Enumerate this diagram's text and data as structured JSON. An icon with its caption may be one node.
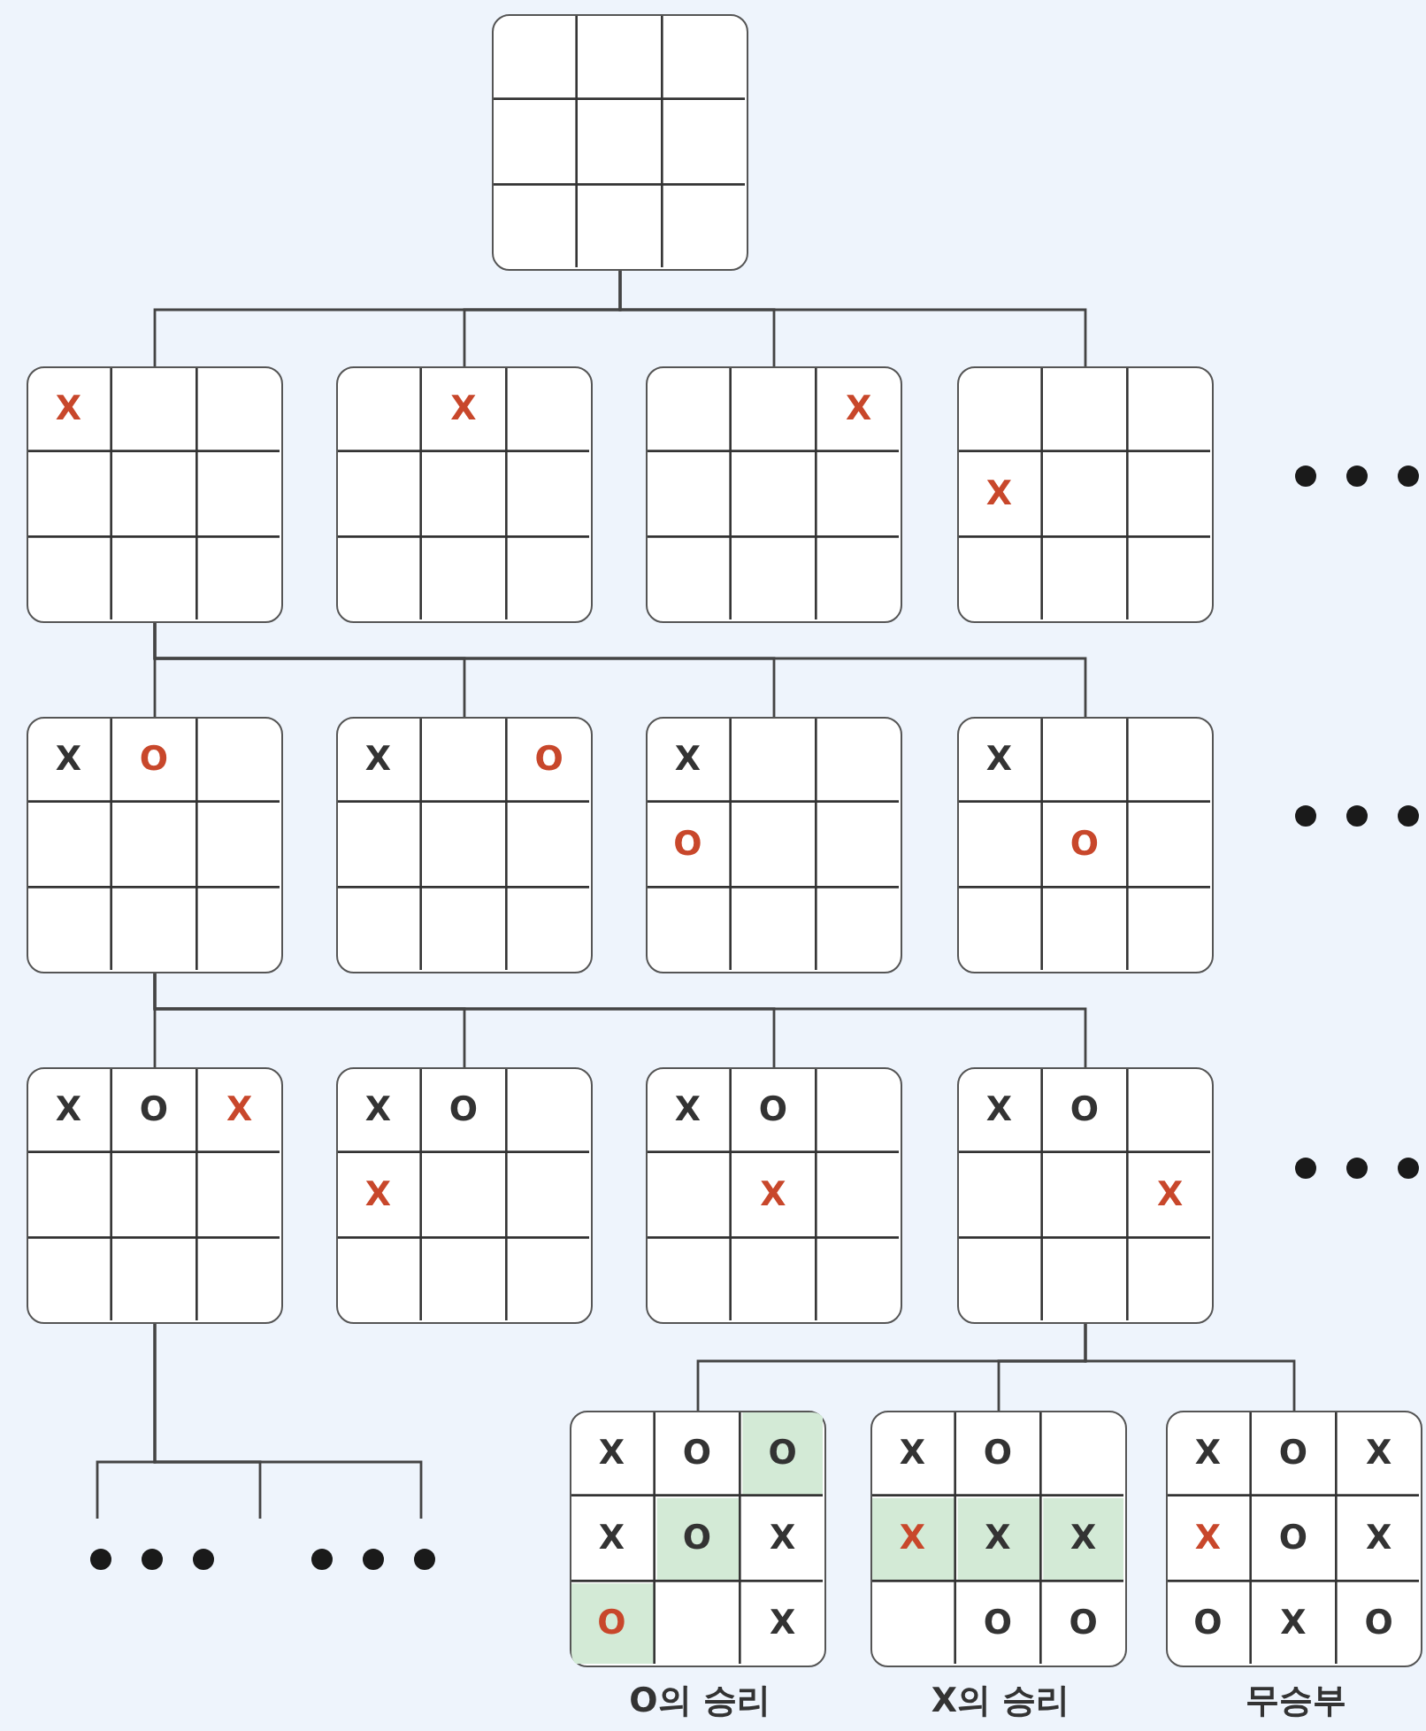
{
  "diagram": {
    "nodes": [
      {
        "text": [],
        "shape": "box"
      },
      {
        "text": [
          "X"
        ]
      },
      {
        "text": [
          "X"
        ]
      },
      {
        "text": [
          "X"
        ]
      },
      {
        "text": [
          "X"
        ]
      },
      {
        "text": [
          "X",
          "O"
        ]
      },
      {
        "text": [
          "X",
          "O"
        ]
      },
      {
        "text": [
          "X",
          "O"
        ]
      },
      {
        "text": [
          "X",
          "O"
        ]
      },
      {
        "text": [
          "X",
          "O",
          "X"
        ]
      },
      {
        "text": [
          "X",
          "O",
          "X"
        ]
      },
      {
        "text": [
          "X",
          "O",
          "X"
        ]
      },
      {
        "text": [
          "X",
          "O",
          "X"
        ]
      },
      {
        "text": [
          "X",
          "O",
          "O",
          "X",
          "O",
          "X",
          "O",
          "X"
        ],
        "beside": [
          "O의 승리"
        ]
      },
      {
        "text": [
          "X",
          "O",
          "X",
          "X",
          "X",
          "O",
          "O"
        ],
        "beside": [
          "X의 승리"
        ]
      },
      {
        "text": [
          "X",
          "O",
          "X",
          "X",
          "O",
          "X",
          "O",
          "X",
          "O"
        ],
        "beside": [
          "무승부"
        ]
      }
    ],
    "edges": [
      {
        "from": 0,
        "to": 1,
        "arrow": "none"
      },
      {
        "from": 0,
        "to": 2,
        "arrow": "none"
      },
      {
        "from": 0,
        "to": 3,
        "arrow": "none"
      },
      {
        "from": 0,
        "to": 4,
        "arrow": "none"
      },
      {
        "from": 1,
        "to": 5,
        "arrow": "none"
      },
      {
        "from": 1,
        "to": 6,
        "arrow": "none"
      },
      {
        "from": 1,
        "to": 7,
        "arrow": "none"
      },
      {
        "from": 1,
        "to": 8,
        "arrow": "none"
      },
      {
        "from": 5,
        "to": 9,
        "arrow": "none"
      },
      {
        "from": 5,
        "to": 10,
        "arrow": "none"
      },
      {
        "from": 5,
        "to": 11,
        "arrow": "none"
      },
      {
        "from": 5,
        "to": 12,
        "arrow": "none"
      },
      {
        "from": 12,
        "to": 13,
        "arrow": "none"
      },
      {
        "from": 12,
        "to": 14,
        "arrow": "none"
      },
      {
        "from": 12,
        "to": 15,
        "arrow": "none"
      },
      {
        "from": 9,
        "to": null,
        "arrow": "none"
      },
      {
        "from": 9,
        "to": null,
        "arrow": "none"
      },
      {
        "from": 9,
        "to": null,
        "arrow": "none"
      }
    ]
  }
}
